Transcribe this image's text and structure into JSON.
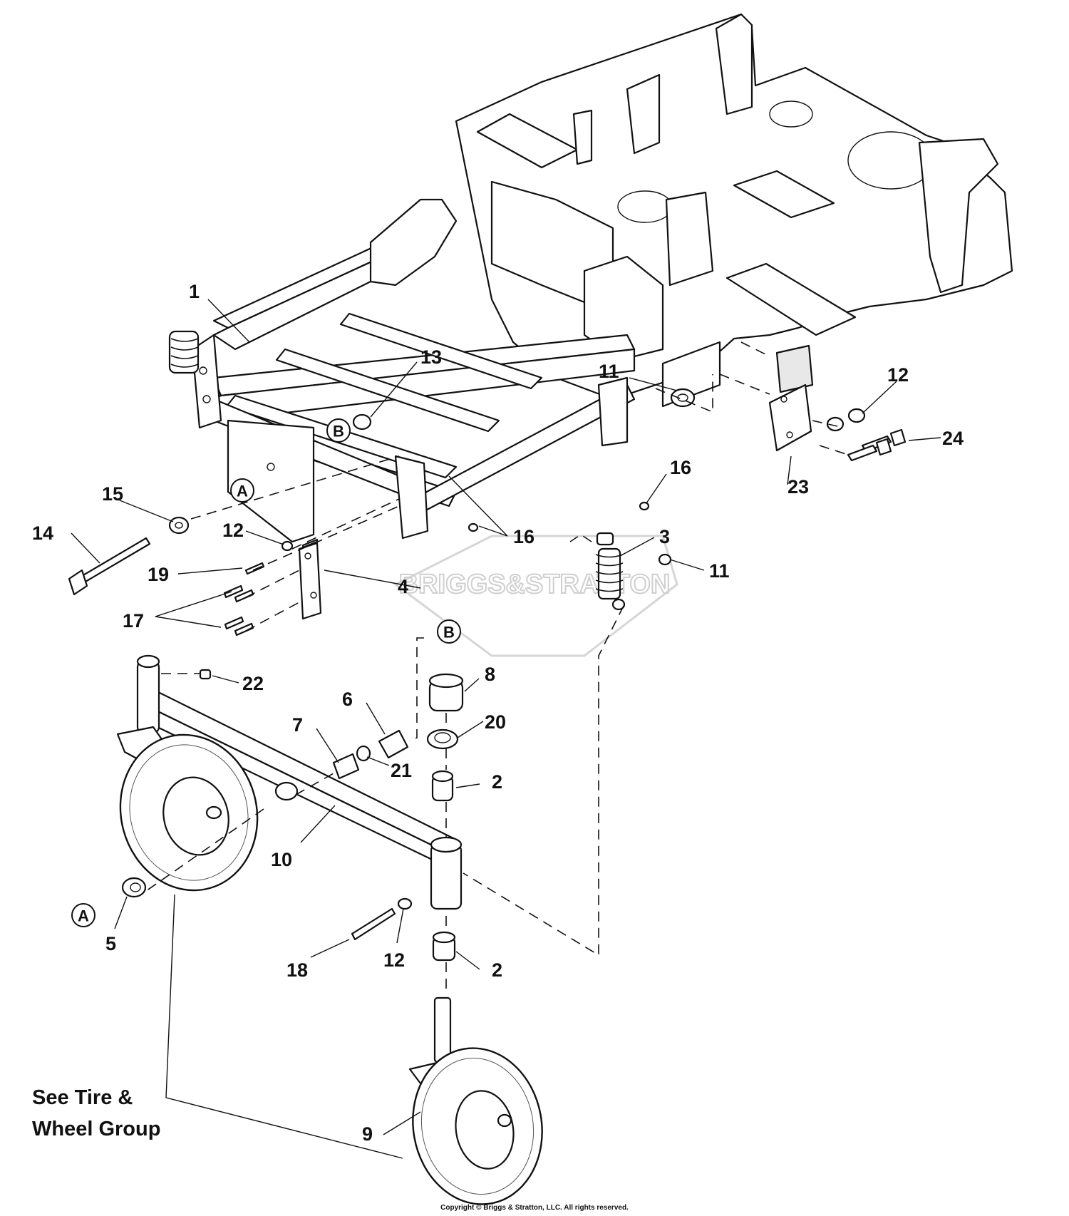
{
  "callouts": [
    {
      "id": "c1",
      "text": "1"
    },
    {
      "id": "c2a",
      "text": "2"
    },
    {
      "id": "c2b",
      "text": "2"
    },
    {
      "id": "c3",
      "text": "3"
    },
    {
      "id": "c4",
      "text": "4"
    },
    {
      "id": "c5",
      "text": "5"
    },
    {
      "id": "c6",
      "text": "6"
    },
    {
      "id": "c7",
      "text": "7"
    },
    {
      "id": "c8",
      "text": "8"
    },
    {
      "id": "c9",
      "text": "9"
    },
    {
      "id": "c10",
      "text": "10"
    },
    {
      "id": "c11a",
      "text": "11"
    },
    {
      "id": "c11b",
      "text": "11"
    },
    {
      "id": "c12a",
      "text": "12"
    },
    {
      "id": "c12b",
      "text": "12"
    },
    {
      "id": "c12c",
      "text": "12"
    },
    {
      "id": "c13",
      "text": "13"
    },
    {
      "id": "c14",
      "text": "14"
    },
    {
      "id": "c15",
      "text": "15"
    },
    {
      "id": "c16a",
      "text": "16"
    },
    {
      "id": "c16b",
      "text": "16"
    },
    {
      "id": "c17",
      "text": "17"
    },
    {
      "id": "c18",
      "text": "18"
    },
    {
      "id": "c19",
      "text": "19"
    },
    {
      "id": "c20",
      "text": "20"
    },
    {
      "id": "c21",
      "text": "21"
    },
    {
      "id": "c22",
      "text": "22"
    },
    {
      "id": "c23",
      "text": "23"
    },
    {
      "id": "c24",
      "text": "24"
    }
  ],
  "references": {
    "a": "A",
    "b": "B"
  },
  "note": {
    "line1": "See Tire &",
    "line2": "Wheel Group"
  },
  "watermark": "BRIGGS&STRATTON",
  "copyright": "Copyright © Briggs & Stratton, LLC. All rights reserved."
}
